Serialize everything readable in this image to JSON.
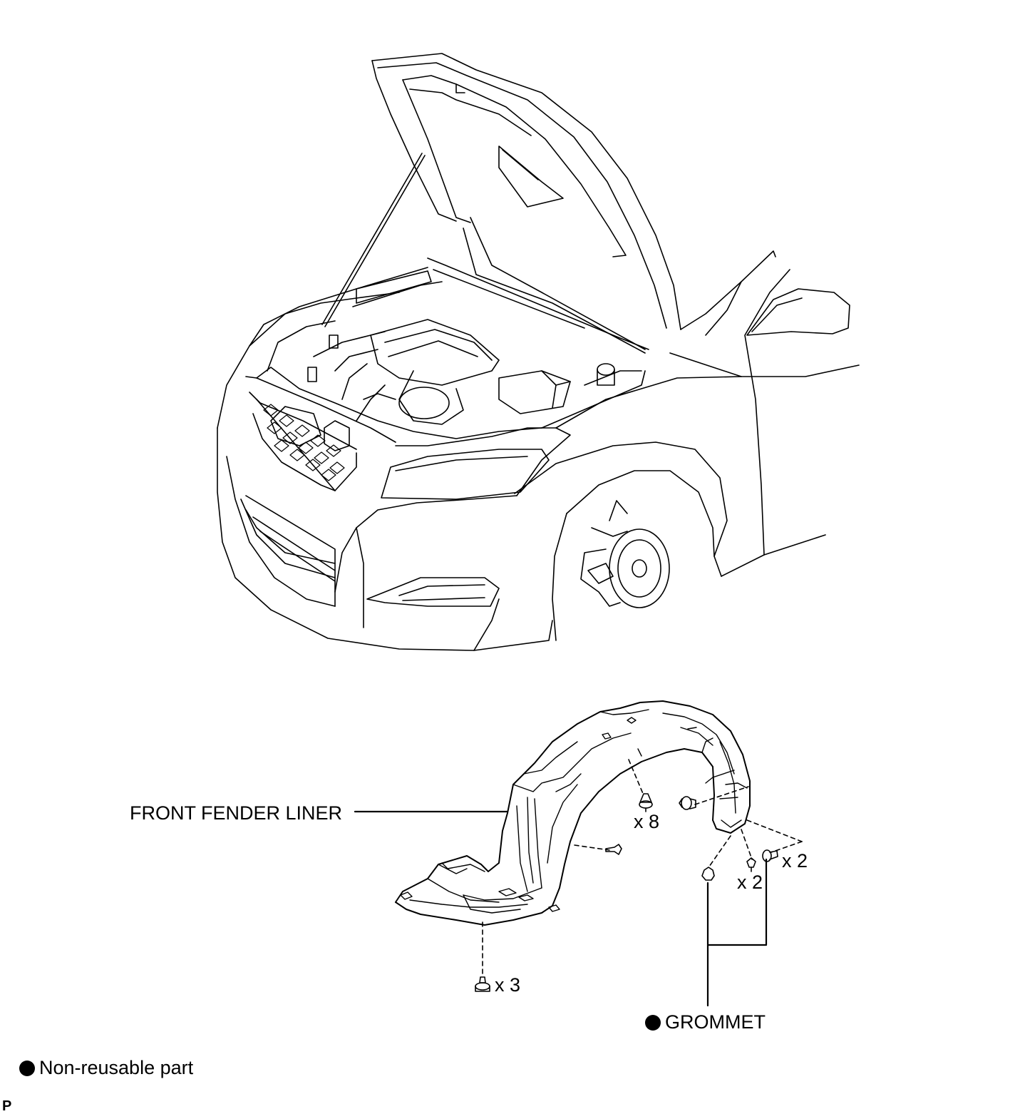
{
  "labels": {
    "front_fender_liner": "FRONT FENDER LINER",
    "qty_x8": "x 8",
    "qty_x2_clip": "x 2",
    "qty_x2_screw": "x 2",
    "qty_x3": "x 3",
    "grommet": "GROMMET"
  },
  "legend": {
    "non_reusable": "Non-reusable part"
  },
  "page_mark": "P",
  "colors": {
    "line": "#000000",
    "background": "#ffffff"
  }
}
